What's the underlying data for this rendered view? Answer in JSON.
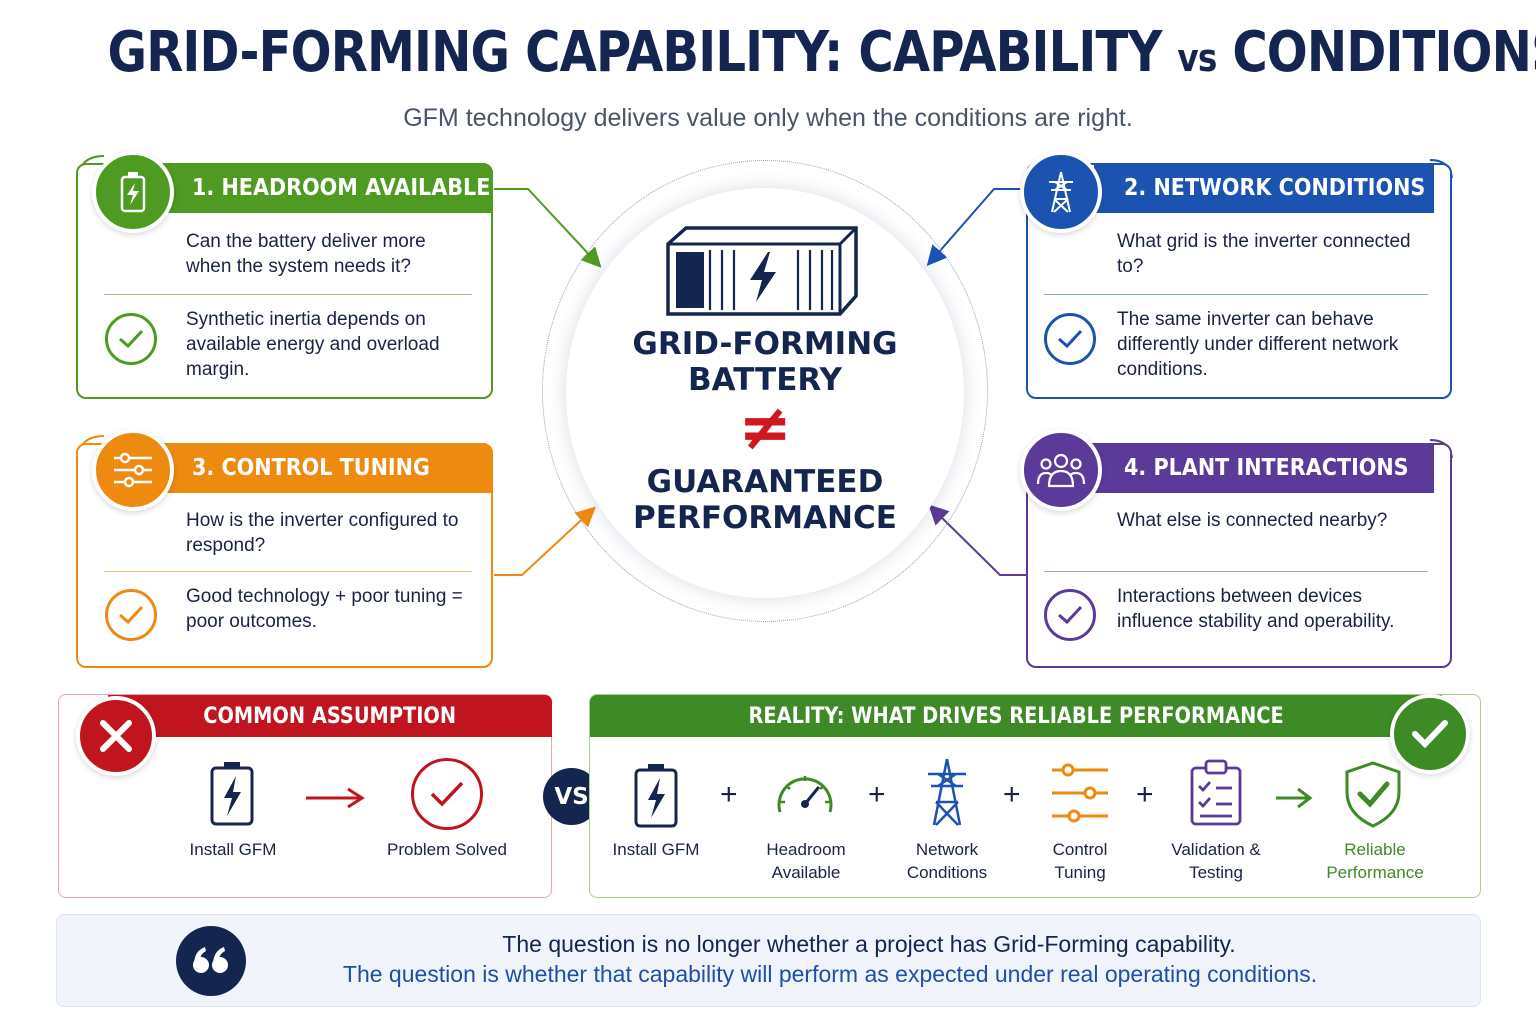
{
  "title": {
    "main": "GRID-FORMING CAPABILITY: CAPABILITY ",
    "vs": "vs",
    "end": " CONDITIONS"
  },
  "subtitle": "GFM technology delivers value only when the conditions are right.",
  "center": {
    "line1": "GRID-FORMING",
    "line2": "BATTERY",
    "not_equal": "≠",
    "line3": "GUARANTEED",
    "line4": "PERFORMANCE"
  },
  "cards": [
    {
      "title": "1. HEADROOM AVAILABLE",
      "question": "Can the battery deliver more when the system needs it?",
      "answer": "Synthetic inertia depends on available energy and overload margin.",
      "color": "#4e9a23",
      "icon": "battery-icon"
    },
    {
      "title": "2. NETWORK CONDITIONS",
      "question": "What grid is the inverter connected to?",
      "answer": "The same inverter can behave differently under different network conditions.",
      "color": "#1c53b0",
      "icon": "transmission-tower-icon"
    },
    {
      "title": "3. CONTROL TUNING",
      "question": "How is the inverter configured to respond?",
      "answer": "Good technology + poor tuning = poor outcomes.",
      "color": "#ee8a10",
      "icon": "sliders-icon"
    },
    {
      "title": "4. PLANT INTERACTIONS",
      "question": "What else is connected nearby?",
      "answer": "Interactions between devices influence stability and operability.",
      "color": "#5b3a9a",
      "icon": "people-group-icon"
    }
  ],
  "assumption": {
    "header": "COMMON ASSUMPTION",
    "color": "#c0151e",
    "step1": "Install GFM",
    "step2": "Problem Solved"
  },
  "vs_label": "VS",
  "reality": {
    "header": "REALITY: WHAT DRIVES RELIABLE PERFORMANCE",
    "color": "#3e8a27",
    "plus": "+",
    "steps": [
      {
        "label1": "Install GFM",
        "label2": ""
      },
      {
        "label1": "Headroom",
        "label2": "Available"
      },
      {
        "label1": "Network",
        "label2": "Conditions"
      },
      {
        "label1": "Control",
        "label2": "Tuning"
      },
      {
        "label1": "Validation &",
        "label2": "Testing"
      },
      {
        "label1": "Reliable",
        "label2": "Performance"
      }
    ]
  },
  "quote": {
    "line1": "The question is no longer whether a project has Grid-Forming capability.",
    "line2": "The question is whether that capability will perform as expected under real operating conditions."
  }
}
